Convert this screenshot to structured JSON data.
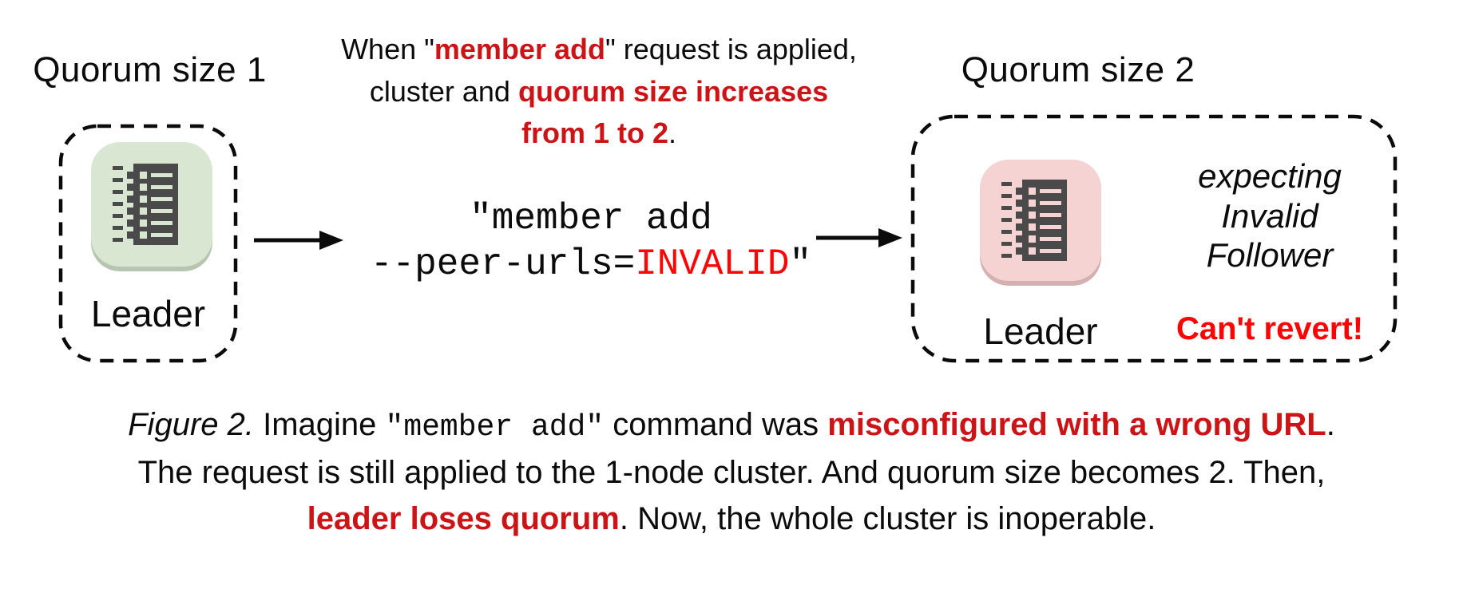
{
  "figure": {
    "left": {
      "title": "Quorum size 1",
      "node": {
        "icon": "server-list-icon",
        "label": "Leader"
      }
    },
    "transition_note": {
      "prefix": "When \"",
      "highlight1": "member add",
      "middle": "\" request is applied,",
      "line2_prefix": "cluster and ",
      "highlight2": "quorum size increases",
      "highlight3": "from 1 to 2",
      "suffix": "."
    },
    "command": {
      "line1": "\"member add",
      "line2_prefix": "--peer-urls=",
      "invalid": "INVALID",
      "close_quote": "\""
    },
    "right": {
      "title": "Quorum size 2",
      "node": {
        "icon": "server-list-icon",
        "label": "Leader"
      },
      "expectation_lines": [
        "expecting",
        "Invalid",
        "Follower"
      ],
      "warning": "Can't revert!"
    }
  },
  "caption": {
    "figure_label": "Figure 2.",
    "part1": " Imagine ",
    "code": "\"member add\"",
    "part2": " command was ",
    "red1": "misconfigured with a wrong URL",
    "part3": ".",
    "line2": "The request is still applied to the 1-node cluster. And quorum size becomes 2. Then,",
    "red2": "leader loses quorum",
    "part4": ". Now, the whole cluster is inoperable."
  },
  "colors": {
    "highlight_red": "#cc1417",
    "alert_red": "#ff0202",
    "node_green": "#d9e7d2",
    "node_pink": "#f5d3d3",
    "glyph_dark": "#4a4a4a"
  }
}
